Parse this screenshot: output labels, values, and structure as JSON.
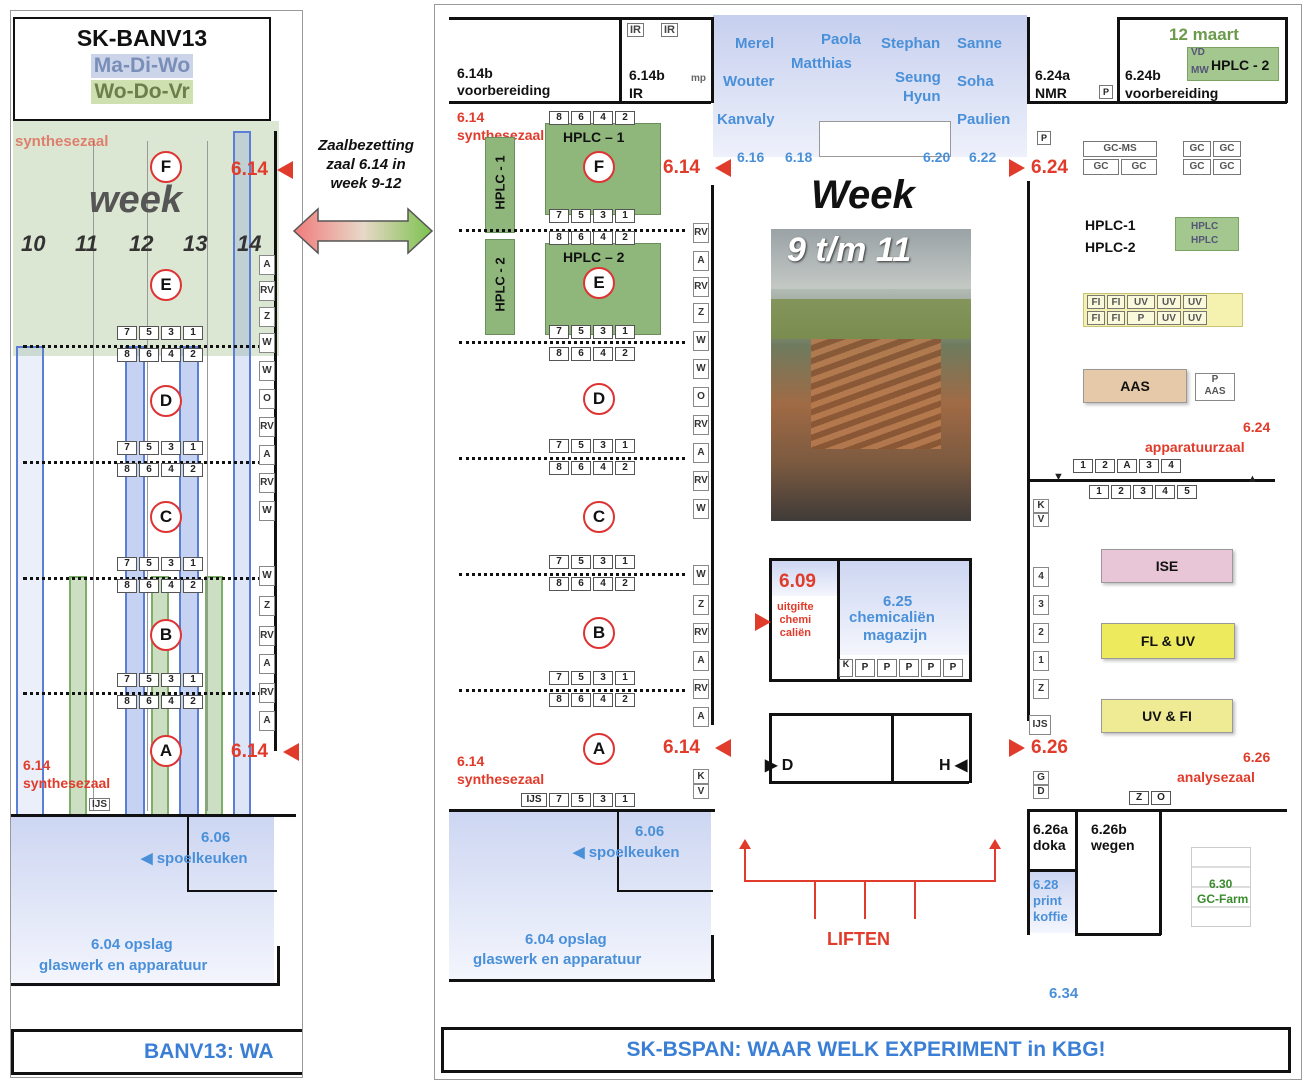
{
  "left_panel": {
    "title": "SK-BANV13",
    "days_1": "Ma-Di-Wo",
    "days_2": "Wo-Do-Vr",
    "week_label": "week",
    "week_numbers": [
      "10",
      "11",
      "12",
      "13",
      "14"
    ],
    "room_6_14": "6.14",
    "synthesezaal_top": "synthesezaal",
    "synthesezaal_bottom_num": "6.14",
    "synthesezaal_bottom": "synthesezaal",
    "circles": [
      "F",
      "E",
      "D",
      "C",
      "B",
      "A"
    ],
    "bench_top": [
      "7",
      "5",
      "3",
      "1"
    ],
    "bench_bottom": [
      "8",
      "6",
      "4",
      "2"
    ],
    "ijs": "IJS",
    "room_6_06": "6.06",
    "spoelkeuken": "spoelkeuken",
    "opslag": "6.04  opslag",
    "glaswerk": "glaswerk en apparatuur",
    "bottom_text": "BANV13: WA"
  },
  "middle_note": {
    "line1": "Zaalbezetting",
    "line2": "zaal 6.14 in",
    "line3": "week 9-12"
  },
  "right_panel": {
    "room_614b_1": "6.14b",
    "room_614b_1_sub": "voorbereiding",
    "room_614b_2": "6.14b",
    "room_614b_2_sub": "IR",
    "ir_labels": [
      "IR",
      "IR",
      "IR"
    ],
    "mp": "mp",
    "synthesezaal_num_top": "6.14",
    "synthesezaal_top": "synthesezaal",
    "hplc1_vert": "HPLC - 1",
    "hplc2_vert": "HPLC - 2",
    "hplc_f": "HPLC – 1",
    "hplc_e": "HPLC – 2",
    "circles": [
      "F",
      "E",
      "D",
      "C",
      "B",
      "A"
    ],
    "label_614_top": "6.14",
    "label_614_bottom": "6.14",
    "synthesezaal_num_bottom": "6.14",
    "synthesezaal_bottom": "synthesezaal",
    "ijs": "IJS",
    "room_6_06": "6.06",
    "spoelkeuken": "spoelkeuken",
    "opslag": "6.04  opslag",
    "glaswerk": "glaswerk en apparatuur",
    "names": [
      "Merel",
      "Paola",
      "Stephan",
      "Sanne",
      "Matthias",
      "Wouter",
      "Seung",
      "Hyun",
      "Soha",
      "Kanvaly",
      "Paulien"
    ],
    "office_nums": [
      "6.16",
      "6.18",
      "6.20",
      "6.22"
    ],
    "week_title": "Week",
    "week_range": "9 t/m 11",
    "room_609": "6.09",
    "uitgifte": [
      "uitgifte",
      "chemi",
      "caliën"
    ],
    "room_625": "6.25",
    "chemicalien": "chemicaliën",
    "magazijn": "magazijn",
    "kv": "K",
    "kv2": "V",
    "p_cells": [
      "P",
      "P",
      "P",
      "P",
      "P"
    ],
    "d_label": "D",
    "h_label": "H",
    "liften": "LIFTEN",
    "room_624a": "6.24a",
    "nmr": "NMR",
    "room_624b": "6.24b",
    "voorbereiding_624": "voorbereiding",
    "date_label": "12 maart",
    "vd": "VD",
    "mw": "MW",
    "hplc2_top": "HPLC - 2",
    "label_624": "6.24",
    "gcms": "GC-MS",
    "gc": "GC",
    "hplc_1": "HPLC-1",
    "hplc_2": "HPLC-2",
    "hplc_small": "HPLC",
    "fi": "FI",
    "uv": "UV",
    "p": "P",
    "aas": "AAS",
    "apparatuurzaal_num": "6.24",
    "apparatuurzaal": "apparatuurzaal",
    "row1": [
      "1",
      "2",
      "A",
      "3",
      "4"
    ],
    "row2": [
      "1",
      "2",
      "3",
      "4",
      "5"
    ],
    "ise": "ISE",
    "fl_uv": "FL & UV",
    "uv_fi": "UV & FI",
    "label_626": "6.26",
    "analysezaal_num": "6.26",
    "analysezaal": "analysezaal",
    "z": "Z",
    "o": "O",
    "room_626a": "6.26a",
    "doka": "doka",
    "room_626b": "6.26b",
    "wegen": "wegen",
    "room_628": "6.28",
    "print": "print",
    "koffie": "koffie",
    "room_630": "6.30",
    "gc_farm": "GC-Farm",
    "room_634": "6.34",
    "side_cells": [
      "RV",
      "A",
      "RV",
      "Z",
      "W",
      "O",
      "RV",
      "A",
      "RV",
      "W",
      "W",
      "Z",
      "RV",
      "A",
      "RV",
      "A"
    ],
    "right_side_cells": [
      "K",
      "V",
      "4",
      "3",
      "2",
      "1",
      "Z",
      "G",
      "D",
      "IJS"
    ],
    "bottom_text": "SK-BSPAN: WAAR WELK EXPERIMENT in KBG!"
  },
  "colors": {
    "blue_label": "#4a90d9",
    "red_label": "#e03b2b",
    "green_zone": "#7fae6a",
    "blue_zone": "#5b7fd6"
  }
}
